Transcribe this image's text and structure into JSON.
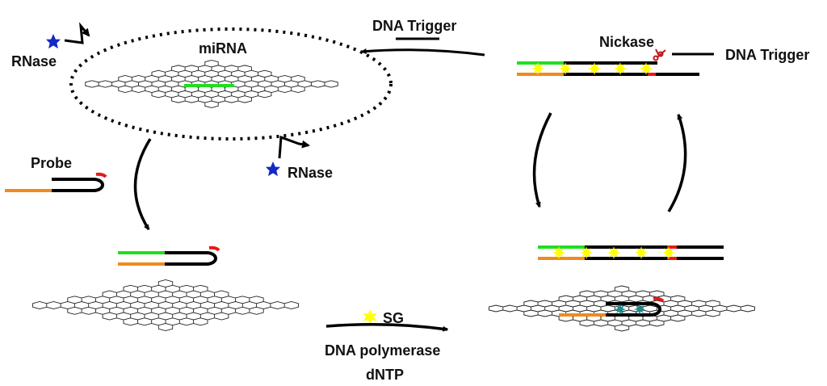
{
  "labels": {
    "mirna": "miRNA",
    "rnase": "RNase",
    "dna_trigger": "DNA Trigger",
    "nickase": "Nickase",
    "probe": "Probe",
    "sg": "SG",
    "dna_polymerase": "DNA polymerase",
    "dntp": "dNTP"
  },
  "colors": {
    "mirna": "#22dd22",
    "probe_tail": "#f08a1c",
    "loop_mark": "#e81818",
    "sg_dye": "#ffff00",
    "bound_dye": "#1a8a8a",
    "rnase_star": "#1428c8",
    "strand": "#000000"
  },
  "icons": {
    "rnase": "star-icon",
    "sg": "starburst-icon",
    "nickase": "scissors-icon"
  }
}
